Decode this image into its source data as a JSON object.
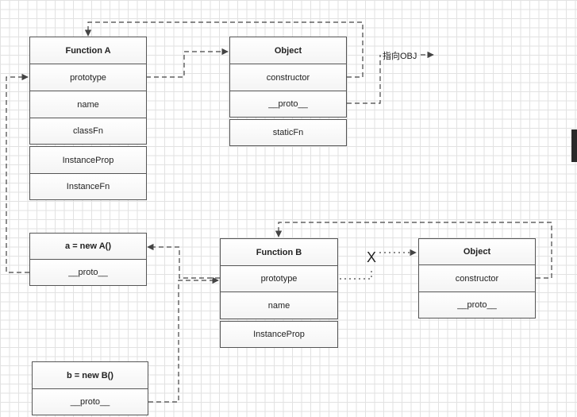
{
  "nodes": {
    "functionA": {
      "title": "Function A",
      "rows": [
        "prototype",
        "name",
        "classFn"
      ],
      "extra_rows": [
        "InstanceProp",
        "InstanceFn"
      ]
    },
    "objectTop": {
      "title": "Object",
      "rows": [
        "constructor",
        "__proto__"
      ],
      "extra_rows": [
        "staticFn"
      ]
    },
    "instanceA": {
      "title": "a = new A()",
      "rows": [
        "__proto__"
      ]
    },
    "functionB": {
      "title": "Function B",
      "rows": [
        "prototype",
        "name"
      ],
      "extra_rows": [
        "InstanceProp"
      ]
    },
    "objectRight": {
      "title": "Object",
      "rows": [
        "constructor",
        "__proto__"
      ]
    },
    "instanceB": {
      "title": "b = new B()",
      "rows": [
        "__proto__"
      ]
    }
  },
  "edges": {
    "proto_to_obj_label": "指向OBJ",
    "broken_link_mark": "X"
  },
  "colors": {
    "line": "#444444",
    "box_border": "#555555",
    "grid": "#e2e2e2"
  }
}
